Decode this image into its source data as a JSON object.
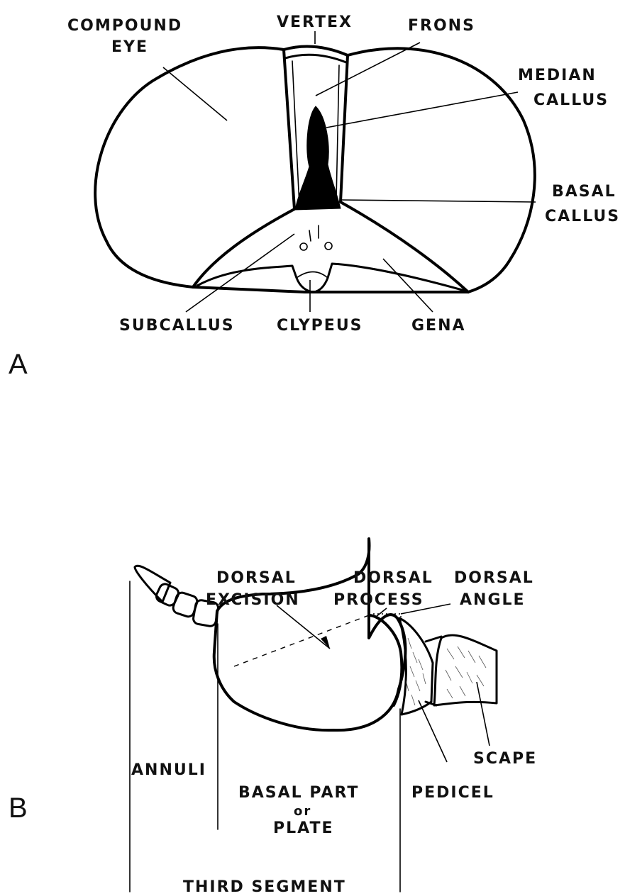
{
  "panels": {
    "a": "A",
    "b": "B"
  },
  "head_labels": {
    "compound_eye_1": "COMPOUND",
    "compound_eye_2": "EYE",
    "vertex": "VERTEX",
    "frons": "FRONS",
    "median_callus_1": "MEDIAN",
    "median_callus_2": "CALLUS",
    "basal_callus_1": "BASAL",
    "basal_callus_2": "CALLUS",
    "subcallus": "SUBCALLUS",
    "clypeus": "CLYPEUS",
    "gena": "GENA"
  },
  "antenna_labels": {
    "dorsal_excision_1": "DORSAL",
    "dorsal_excision_2": "EXCISION",
    "dorsal_process_1": "DORSAL",
    "dorsal_process_2": "PROCESS",
    "dorsal_angle_1": "DORSAL",
    "dorsal_angle_2": "ANGLE",
    "annuli": "ANNULI",
    "basal_part_1": "BASAL PART",
    "basal_part_2": "or",
    "basal_part_3": "PLATE",
    "pedicel": "PEDICEL",
    "scape": "SCAPE",
    "third_segment": "THIRD SEGMENT"
  }
}
